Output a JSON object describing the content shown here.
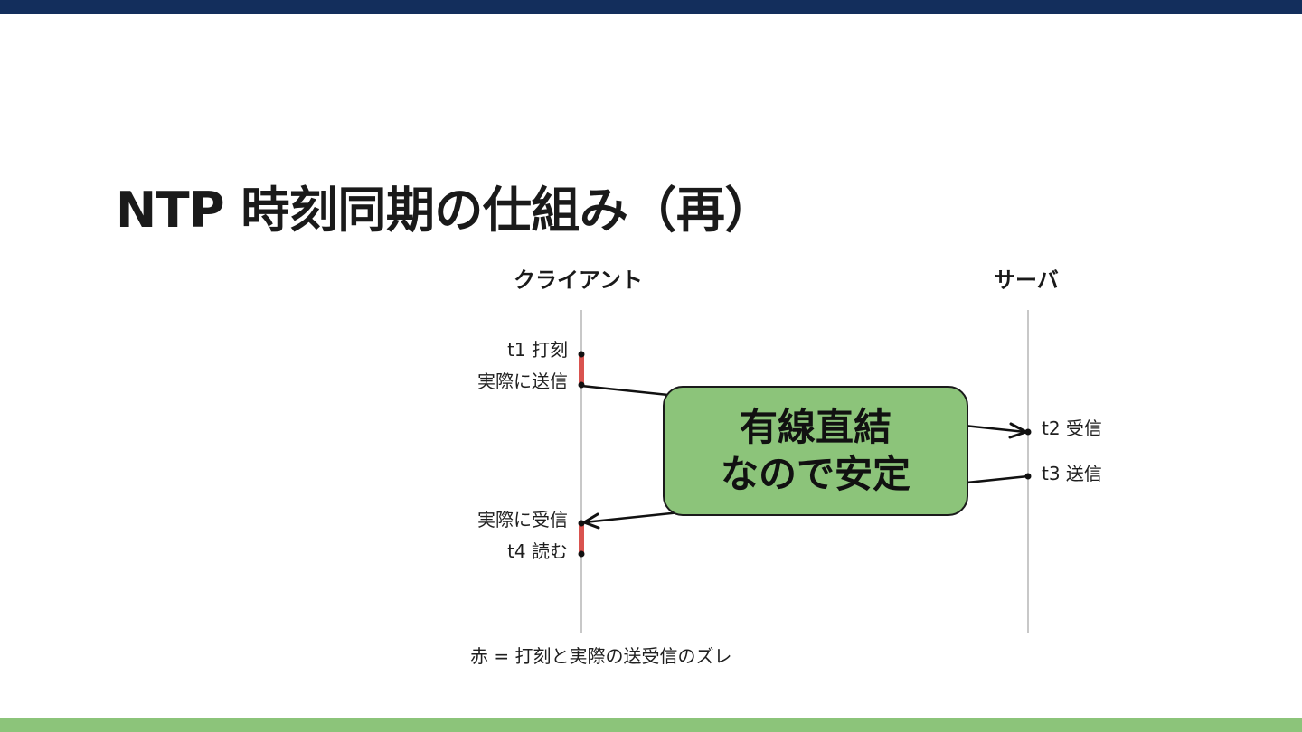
{
  "title": "NTP 時刻同期の仕組み（再）",
  "lanes": {
    "client": "クライアント",
    "server": "サーバ"
  },
  "events": {
    "t1": "t1 打刻",
    "send_actual": "実際に送信",
    "t2": "t2 受信",
    "t3": "t3 送信",
    "recv_actual": "実際に受信",
    "t4": "t4 読む"
  },
  "note": {
    "line1": "有線直結",
    "line2": "なので安定"
  },
  "caption": "赤 = 打刻と実際の送受信のズレ",
  "colors": {
    "top_bar": "#132e5c",
    "bottom_bar": "#8cc47a",
    "note_fill": "#8cc47a",
    "delay_mark": "#d9534f",
    "lifeline": "#c8c8c8"
  }
}
